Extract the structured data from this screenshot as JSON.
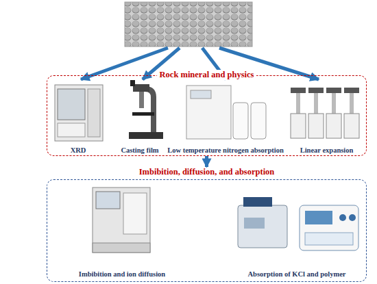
{
  "diagram": {
    "nodes": [
      {
        "text": [
          "Rock mineral and physics"
        ]
      },
      {
        "text": [
          "XRD"
        ],
        "in": 0
      },
      {
        "text": [
          "Casting film"
        ],
        "in": 0
      },
      {
        "text": [
          "Low temperature nitrogen absorption"
        ],
        "in": 0
      },
      {
        "text": [
          "Linear expansion"
        ],
        "in": 0
      },
      {
        "text": [
          "Imbibition, diffusion, and absorption"
        ]
      },
      {
        "text": [
          "Imbibition and ion diffusion"
        ],
        "in": 5
      },
      {
        "text": [
          "Absorption of KCl and polymer"
        ],
        "in": 5
      }
    ],
    "edges": [
      {
        "from": 0,
        "to": 5,
        "arrow": "to"
      }
    ]
  }
}
